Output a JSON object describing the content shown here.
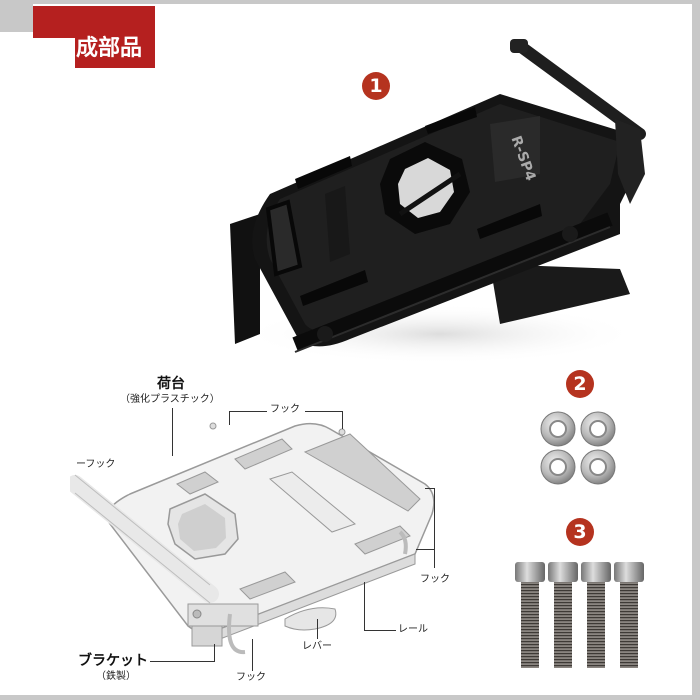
{
  "header": {
    "title": "成部品",
    "accent_color": "#b5201f"
  },
  "parts": [
    {
      "number": "1",
      "name": "rack-photo",
      "description": "black plastic carrier with handle bar, R-SP4 embossed label"
    },
    {
      "number": "2",
      "name": "washers",
      "count": 4
    },
    {
      "number": "3",
      "name": "hex-socket-bolts",
      "count": 4
    }
  ],
  "diagram": {
    "main_label": "荷台",
    "main_sublabel": "（強化プラスチック）",
    "callouts": {
      "hook_top": "フック",
      "hook_left": "ーフック",
      "hook_right": "フック",
      "rail": "レール",
      "lever": "レバー",
      "hook_bottom": "フック"
    },
    "bracket_label": "ブラケット",
    "bracket_sublabel": "（鉄製）"
  },
  "photo_label": "R-SP4"
}
